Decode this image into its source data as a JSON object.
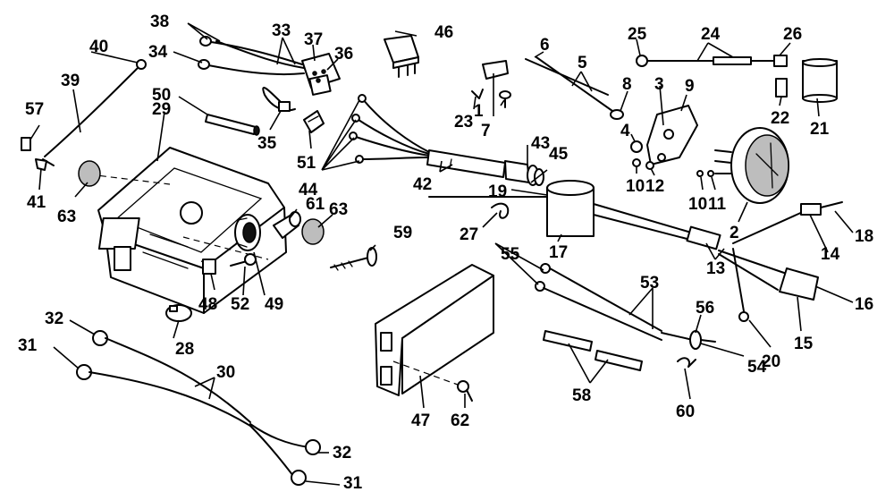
{
  "labels": [
    "1",
    "2",
    "3",
    "4",
    "5",
    "6",
    "7",
    "8",
    "9",
    "10",
    "10",
    "11",
    "12",
    "13",
    "14",
    "15",
    "16",
    "17",
    "18",
    "19",
    "20",
    "21",
    "22",
    "23",
    "24",
    "25",
    "26",
    "27",
    "28",
    "29",
    "30",
    "31",
    "31",
    "32",
    "32",
    "33",
    "34",
    "35",
    "36",
    "37",
    "38",
    "39",
    "40",
    "41",
    "42",
    "43",
    "44",
    "45",
    "46",
    "47",
    "48",
    "49",
    "50",
    "51",
    "52",
    "53",
    "54",
    "55",
    "56",
    "57",
    "58",
    "59",
    "60",
    "61",
    "62",
    "63",
    "63"
  ]
}
